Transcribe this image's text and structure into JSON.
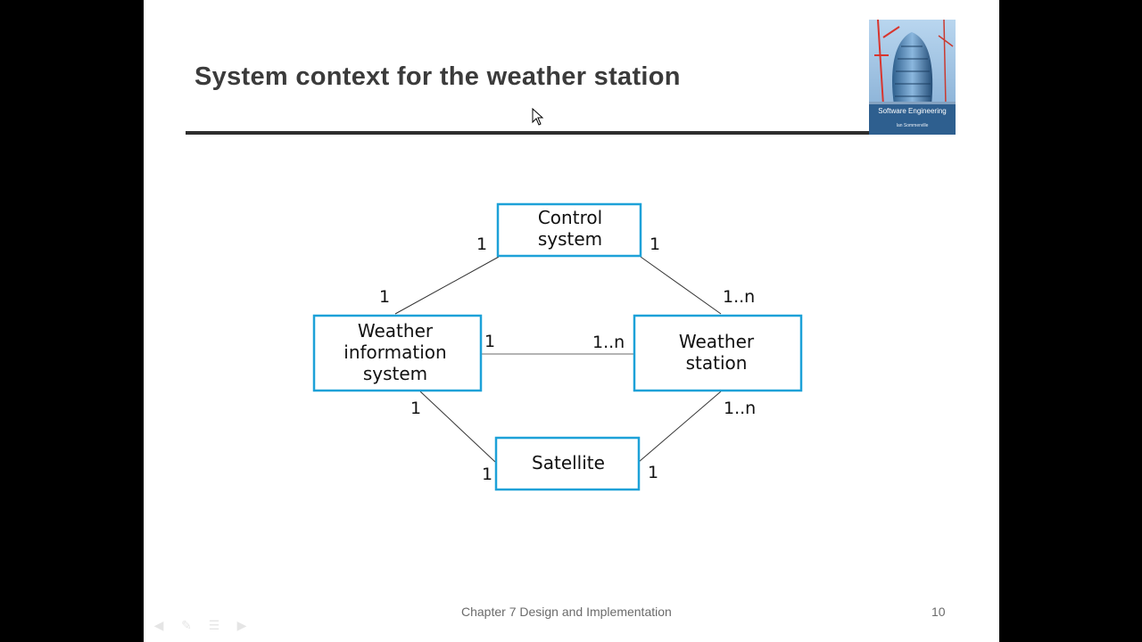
{
  "slide": {
    "title": "System context for the weather station",
    "footer": "Chapter 7 Design and Implementation",
    "page_number": "10"
  },
  "cover": {
    "title": "Software Engineering",
    "author": "Ian Sommerville"
  },
  "diagram": {
    "nodes": {
      "control": {
        "lines": [
          "Control",
          "system"
        ]
      },
      "wis": {
        "lines": [
          "Weather",
          "information",
          "system"
        ]
      },
      "station": {
        "lines": [
          "Weather",
          "station"
        ]
      },
      "satellite": {
        "lines": [
          "Satellite"
        ]
      }
    },
    "multiplicities": {
      "control_left": "1",
      "control_right": "1",
      "wis_top": "1",
      "station_top": "1..n",
      "wis_right": "1",
      "station_left": "1..n",
      "wis_bottom": "1",
      "station_bottom": "1..n",
      "satellite_left": "1",
      "satellite_right": "1"
    }
  },
  "controls": {
    "icons": [
      "prev-slide-icon",
      "pen-icon",
      "menu-icon",
      "next-slide-icon"
    ]
  },
  "colors": {
    "box_border": "#1da1d8",
    "title_text": "#3b3b3b",
    "footer_text": "#6b6b6b"
  }
}
